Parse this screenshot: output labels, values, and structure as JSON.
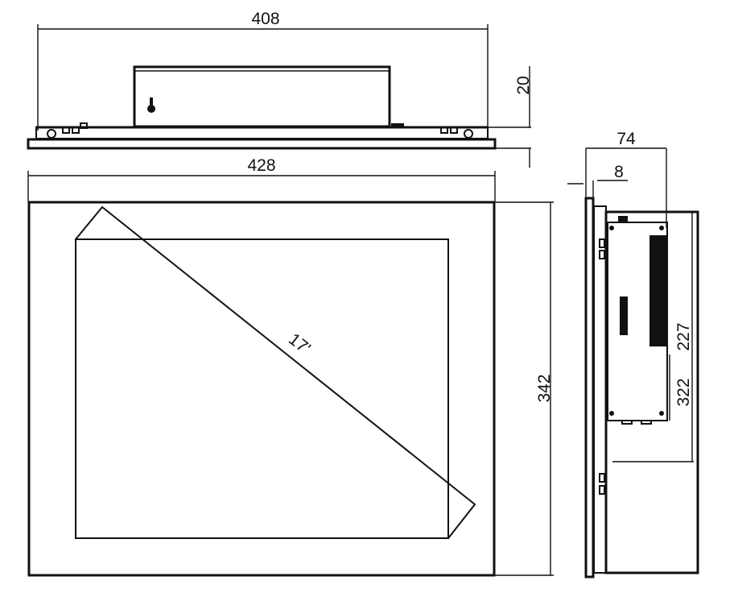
{
  "drawing": {
    "top_view": {
      "width_dim": "408",
      "height_dim": "20"
    },
    "front_view": {
      "width_dim": "428",
      "height_dim": "342",
      "diagonal_label": "17'"
    },
    "side_view": {
      "depth_dim": "74",
      "bezel_dim": "8",
      "inner_height_dim": "227",
      "cutout_height_dim": "322"
    }
  }
}
